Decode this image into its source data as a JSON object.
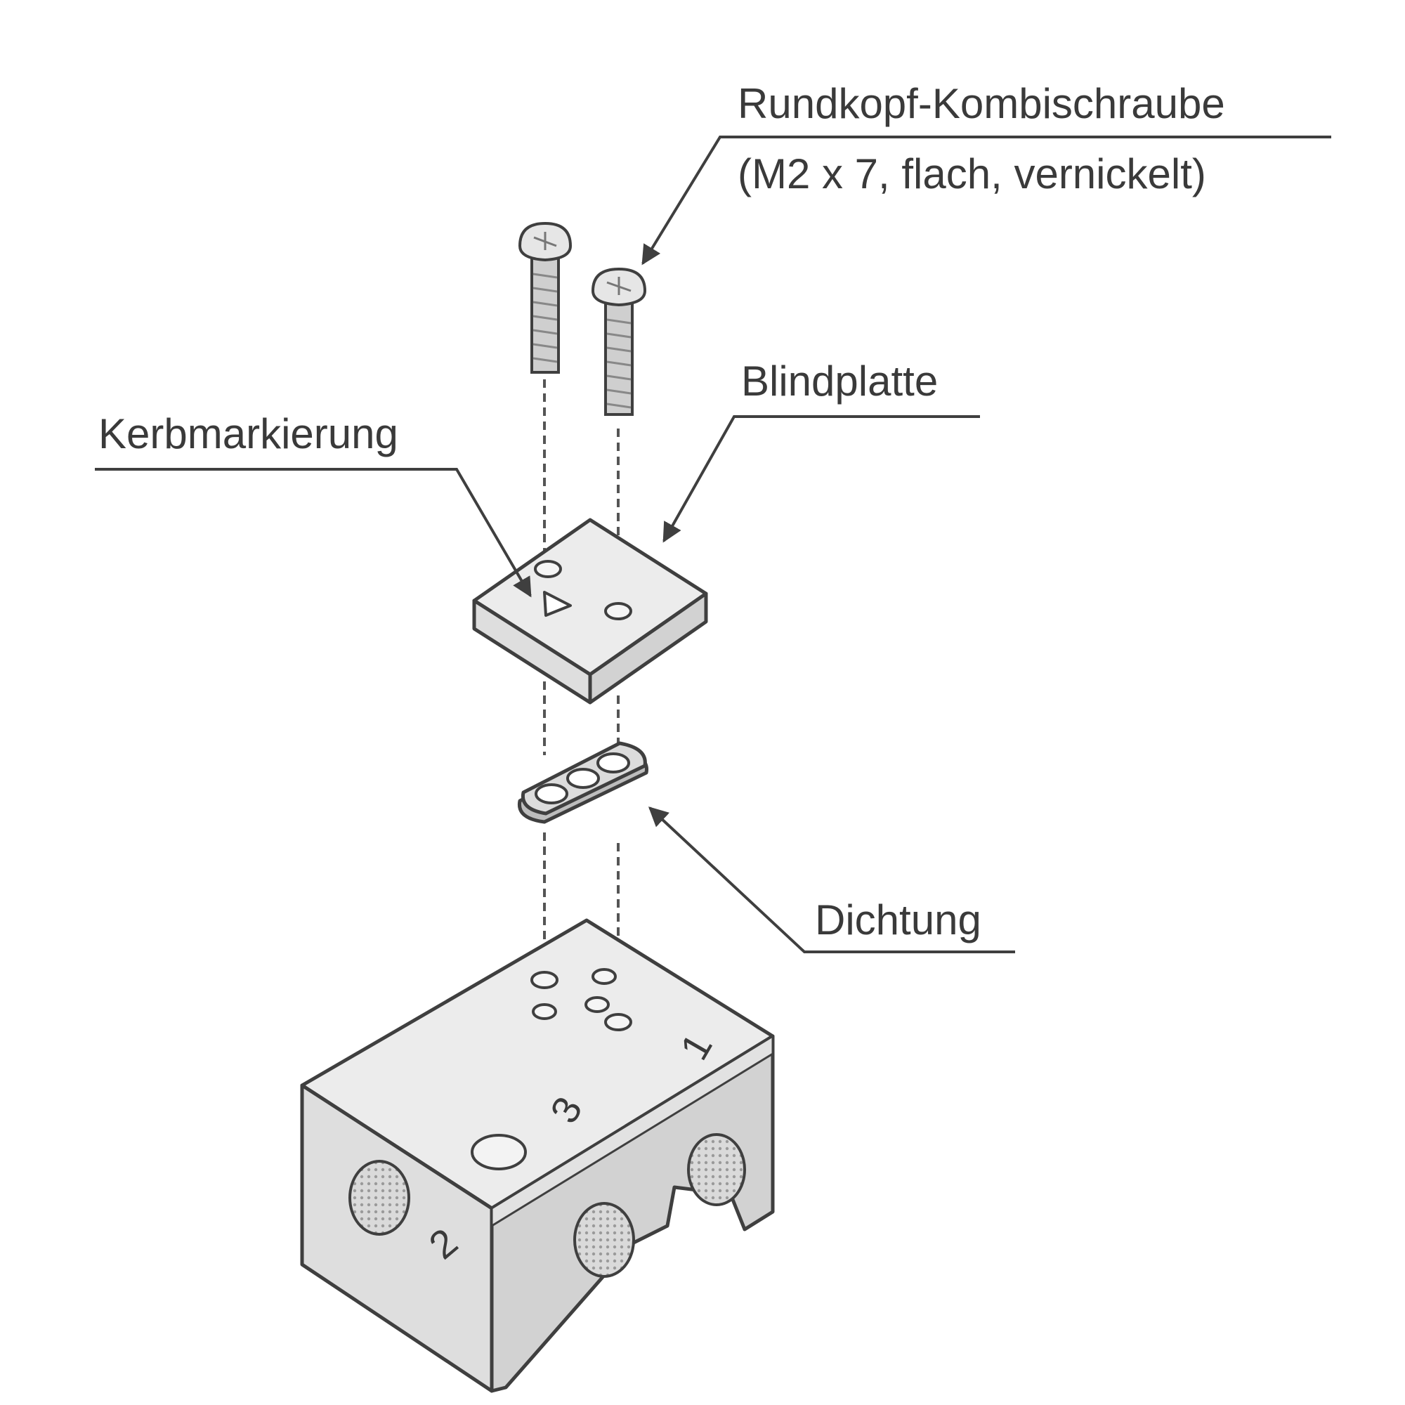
{
  "labels": {
    "screw_line1": "Rundkopf-Kombischraube",
    "screw_line2": "(M2 x 7, flach, vernickelt)",
    "blank_plate": "Blindplatte",
    "notch_mark": "Kerbmarkierung",
    "gasket": "Dichtung"
  },
  "ports": {
    "p1": "1",
    "p2": "2",
    "p3": "3"
  },
  "colors": {
    "line": "#3f3f3f",
    "part_top": "#ececec",
    "part_left": "#dedede",
    "part_right": "#d2d2d2",
    "text": "#3a3a3a"
  }
}
